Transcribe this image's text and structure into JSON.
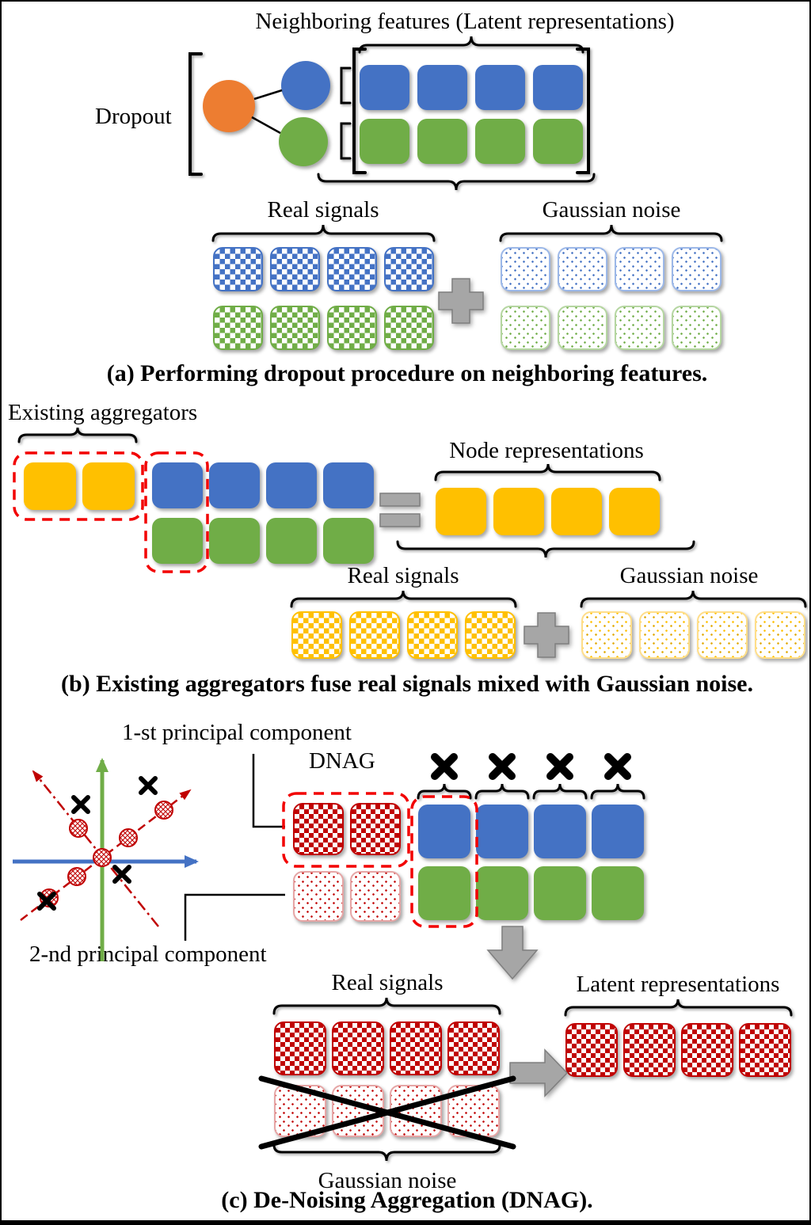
{
  "panel_a": {
    "title": "Neighboring features (Latent representations)",
    "dropout": "Dropout",
    "real_signals": "Real signals",
    "gaussian_noise": "Gaussian noise",
    "caption": "(a) Performing dropout procedure on neighboring features."
  },
  "panel_b": {
    "existing_aggregators": "Existing aggregators",
    "node_representations": "Node representations",
    "real_signals": "Real signals",
    "gaussian_noise": "Gaussian noise",
    "caption": "(b) Existing aggregators fuse real signals mixed with Gaussian noise."
  },
  "panel_c": {
    "pc1": "1-st principal component",
    "pc2": "2-nd principal component",
    "dnag": "DNAG",
    "real_signals": "Real signals",
    "gaussian_noise": "Gaussian noise",
    "latent_representations": "Latent representations",
    "caption": "(c) De-Noising Aggregation (DNAG)."
  },
  "colors": {
    "blue": "#4472C4",
    "green": "#70AD47",
    "orange": "#ED7D31",
    "yellow": "#FFC000",
    "red": "#C00000",
    "dashed_red": "#F20000",
    "gray": "#A6A6A6"
  }
}
